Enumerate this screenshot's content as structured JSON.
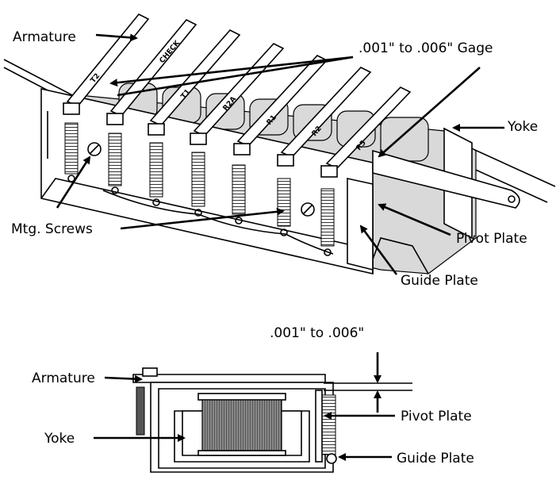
{
  "top_figure": {
    "labels": {
      "armature": "Armature",
      "gage": ".001\" to .006\" Gage",
      "yoke": "Yoke",
      "mtg_screws": "Mtg. Screws",
      "pivot_plate": "Pivot Plate",
      "guide_plate": "Guide Plate"
    },
    "armature_markings": [
      "T2",
      "CHECK",
      "T1",
      "R2A",
      "R1",
      "R2",
      "R5"
    ]
  },
  "bottom_figure": {
    "labels": {
      "clearance": ".001\" to .006\"",
      "armature": "Armature",
      "yoke": "Yoke",
      "pivot_plate": "Pivot Plate",
      "guide_plate": "Guide Plate"
    }
  }
}
